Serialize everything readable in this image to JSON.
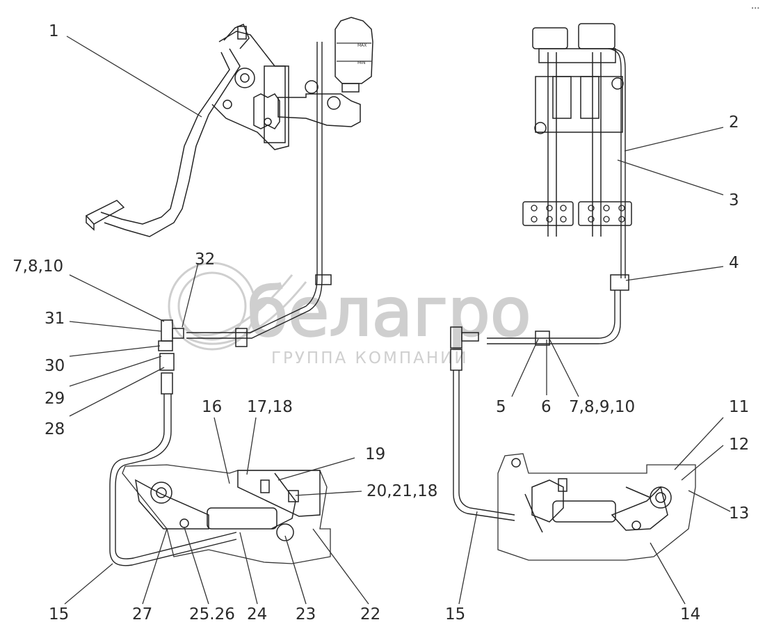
{
  "watermark": {
    "brand": "белагро",
    "tagline": "ГРУППА КОМПАНИЙ"
  },
  "corner_mark": "•••",
  "callouts": [
    {
      "id": "c1",
      "text": "1"
    },
    {
      "id": "c2",
      "text": "2"
    },
    {
      "id": "c3",
      "text": "3"
    },
    {
      "id": "c4",
      "text": "4"
    },
    {
      "id": "c5",
      "text": "5"
    },
    {
      "id": "c6",
      "text": "6"
    },
    {
      "id": "c7",
      "text": "7,8,9,10"
    },
    {
      "id": "c11",
      "text": "11"
    },
    {
      "id": "c12",
      "text": "12"
    },
    {
      "id": "c13",
      "text": "13"
    },
    {
      "id": "c14",
      "text": "14"
    },
    {
      "id": "c15r",
      "text": "15"
    },
    {
      "id": "c15l",
      "text": "15"
    },
    {
      "id": "c16",
      "text": "16"
    },
    {
      "id": "c17",
      "text": "17,18"
    },
    {
      "id": "c19",
      "text": "19"
    },
    {
      "id": "c20",
      "text": "20,21,18"
    },
    {
      "id": "c22",
      "text": "22"
    },
    {
      "id": "c23",
      "text": "23"
    },
    {
      "id": "c24",
      "text": "24"
    },
    {
      "id": "c25",
      "text": "25.26"
    },
    {
      "id": "c27",
      "text": "27"
    },
    {
      "id": "c28",
      "text": "28"
    },
    {
      "id": "c29",
      "text": "29"
    },
    {
      "id": "c30",
      "text": "30"
    },
    {
      "id": "c31",
      "text": "31"
    },
    {
      "id": "c32",
      "text": "32"
    },
    {
      "id": "c78",
      "text": "7,8,10"
    }
  ],
  "reservoir_marks": {
    "max": "MAX",
    "min": "MIN"
  }
}
